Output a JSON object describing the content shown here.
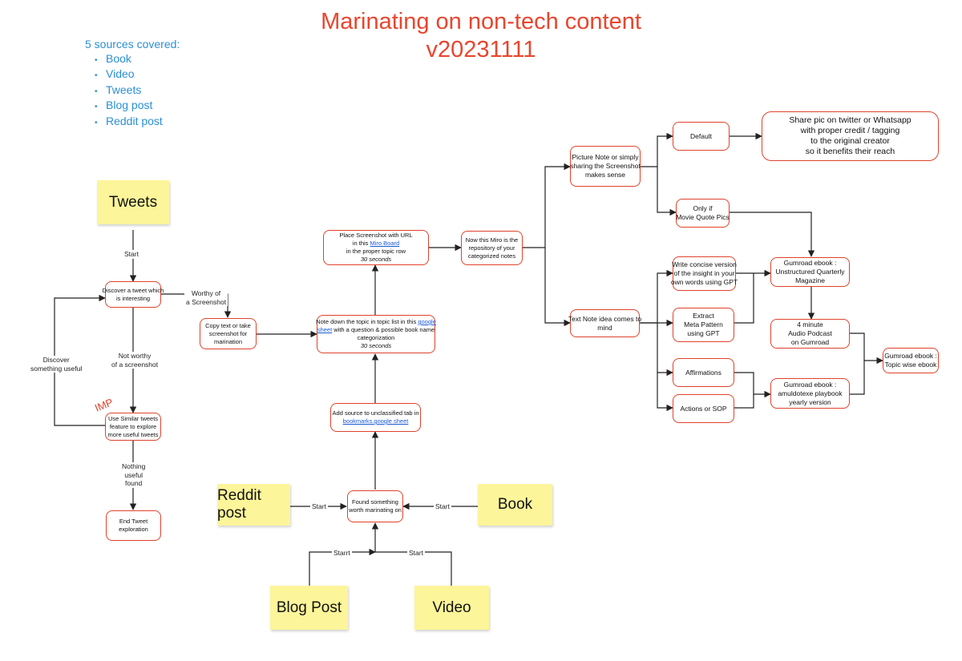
{
  "title": {
    "line1": "Marinating on non-tech content",
    "line2": "v20231111"
  },
  "sources": {
    "heading": "5 sources covered:",
    "items": [
      "Book",
      "Video",
      "Tweets",
      "Blog post",
      "Reddit post"
    ]
  },
  "colors": {
    "title": "#e8462e",
    "node_border": "#e0432c",
    "sources": "#2a8fd6",
    "sticky": "#fdf59a",
    "link": "#1a5ad8"
  },
  "stickies": {
    "tweets": "Tweets",
    "reddit": "Reddit post",
    "book": "Book",
    "blog": "Blog Post",
    "video": "Video"
  },
  "nodes": {
    "discover_tweet": [
      "Discover a tweet which",
      "is interesting"
    ],
    "copy_text": [
      "Copy text or take",
      "screenshot for",
      "marination"
    ],
    "use_similar": [
      "Use Similar tweets",
      "feature to explore",
      "more useful tweets"
    ],
    "end_tweet": [
      "End Tweet",
      "exploration"
    ],
    "found_something": [
      "Found something",
      "worth marinating on"
    ],
    "add_source": {
      "line1": "Add source to unclassified tab in",
      "link": "bookmarks.google sheet"
    },
    "note_down": {
      "pre": "Note down the topic in topic list in this",
      "link1": "google",
      "link2": "sheet",
      "post": "with a question & possible book name",
      "line3": "categorization",
      "time": "30 seconds"
    },
    "place_screenshot": {
      "line1": "Place Screenshot with URL",
      "pre": "in this",
      "link": "Miro Board",
      "line3": "in the proper topic row",
      "time": "30 seconds"
    },
    "repository": [
      "Now this Miro is the",
      "repository of your",
      "categorized notes"
    ],
    "picture_note": [
      "Picture Note or simply",
      "sharing the Screenshot",
      "makes sense"
    ],
    "text_note": [
      "Text Note idea comes to",
      "mind"
    ],
    "default": [
      "Default"
    ],
    "share_pic": [
      "Share pic on twitter or Whatsapp",
      "with proper credit / tagging",
      "to the original creator",
      "so it benefits their reach"
    ],
    "only_if": [
      "Only if",
      "Movie Quote Pics"
    ],
    "write_concise": [
      "Write concise version",
      "of the insight in your",
      "own words using GPT"
    ],
    "extract": [
      "Extract",
      "Meta Pattern",
      "using GPT"
    ],
    "affirmations": [
      "Affirmations"
    ],
    "actions_sop": [
      "Actions or SOP"
    ],
    "gumroad_unstructured": [
      "Gumroad ebook :",
      "Unstructured Quarterly",
      "Magazine"
    ],
    "audio_podcast": [
      "4 minute",
      "Audio Podcast",
      "on Gumroad"
    ],
    "gumroad_amuldotexe": [
      "Gumroad ebook :",
      "amuldotexe playbook",
      "yearly version"
    ],
    "gumroad_topic": [
      "Gumroad ebook :",
      "Topic wise ebook"
    ]
  },
  "edge_labels": {
    "start_tweets": "Start",
    "worthy": [
      "Worthy of",
      "a Screenshot"
    ],
    "not_worthy": [
      "Not worthy",
      "of a screenshot"
    ],
    "discover_useful": [
      "Discover",
      "something useful"
    ],
    "nothing_useful": [
      "Nothing",
      "useful",
      "found"
    ],
    "start_reddit": "Start",
    "start_book": "Start",
    "start_blog": "Starrt",
    "start_video": "Start"
  },
  "annotations": {
    "imp": "IMP"
  }
}
